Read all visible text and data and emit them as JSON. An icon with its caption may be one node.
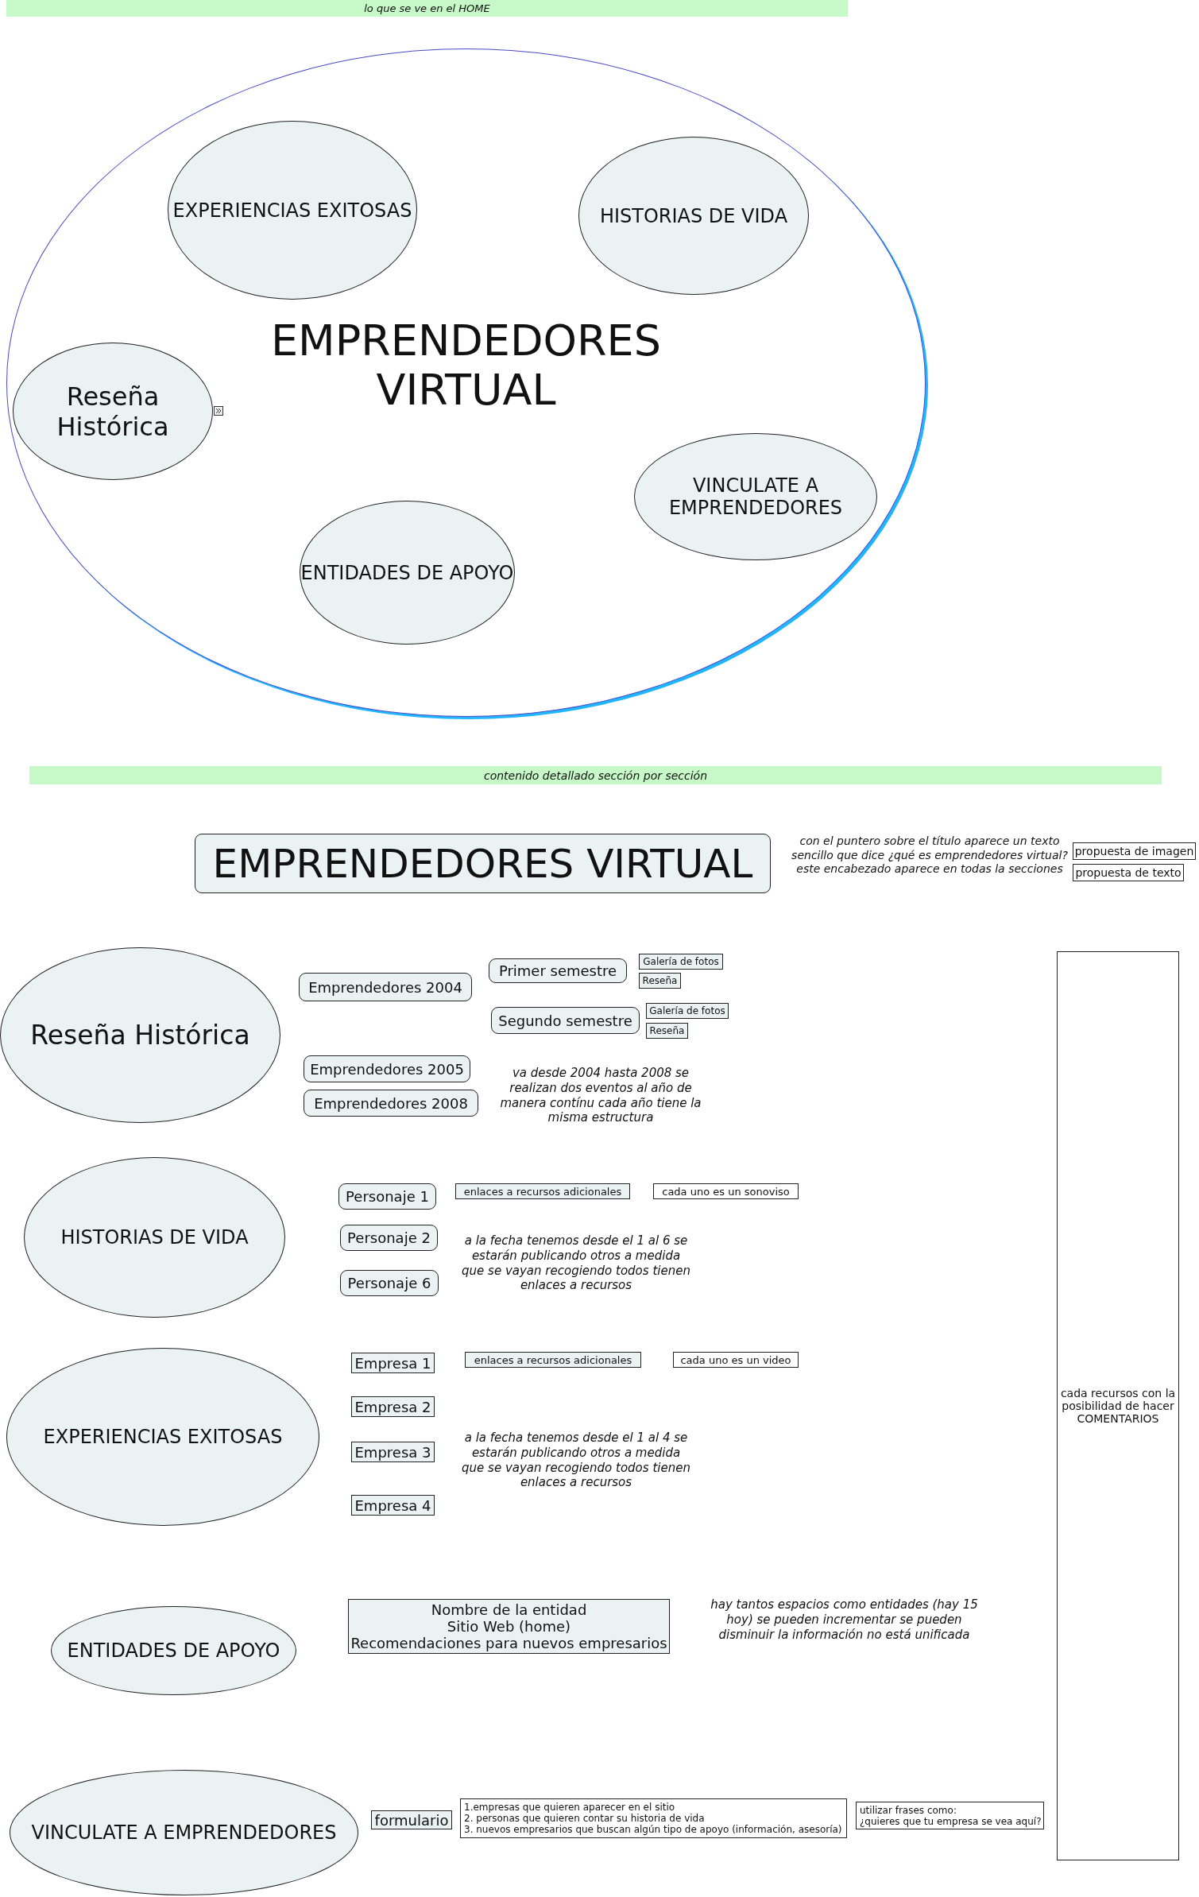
{
  "diagram": {
    "nodes": [
      {
        "text": [
          "lo que se ve en el HOME"
        ]
      },
      {
        "text": [
          "EMPRENDEDORES VIRTUAL"
        ]
      },
      {
        "text": [
          "EXPERIENCIAS EXITOSAS"
        ],
        "in": 1
      },
      {
        "text": [
          "HISTORIAS DE VIDA"
        ],
        "in": 1
      },
      {
        "text": [
          "Reseña Histórica"
        ],
        "in": 1
      },
      {
        "text": [
          "VINCULATE A EMPRENDEDORES"
        ],
        "in": 1
      },
      {
        "text": [
          "ENTIDADES DE APOYO"
        ],
        "in": 1
      },
      {
        "text": [
          "contenido detallado sección por sección"
        ]
      },
      {
        "text": [
          "EMPRENDEDORES VIRTUAL"
        ]
      },
      {
        "text": [
          "propuesta de imagen"
        ]
      },
      {
        "text": [
          "propuesta de texto"
        ]
      },
      {
        "text": [
          "Reseña Histórica"
        ]
      },
      {
        "text": [
          "Emprendedores 2004"
        ]
      },
      {
        "text": [
          "Primer semestre"
        ]
      },
      {
        "text": [
          "Galería de fotos"
        ]
      },
      {
        "text": [
          "Reseña"
        ]
      },
      {
        "text": [
          "Segundo semestre"
        ]
      },
      {
        "text": [
          "Galería de fotos"
        ]
      },
      {
        "text": [
          "Reseña"
        ]
      },
      {
        "text": [
          "Emprendedores 2005"
        ]
      },
      {
        "text": [
          "Emprendedores 2008"
        ]
      },
      {
        "text": [
          "HISTORIAS DE VIDA"
        ]
      },
      {
        "text": [
          "Personaje 1"
        ]
      },
      {
        "text": [
          "Personaje 2"
        ]
      },
      {
        "text": [
          "Personaje 6"
        ]
      },
      {
        "text": [
          "enlaces a recursos adicionales"
        ]
      },
      {
        "text": [
          "cada uno es un sonoviso"
        ]
      },
      {
        "text": [
          "EXPERIENCIAS EXITOSAS"
        ]
      },
      {
        "text": [
          "Empresa 1"
        ]
      },
      {
        "text": [
          "Empresa 2"
        ]
      },
      {
        "text": [
          "Empresa 3"
        ]
      },
      {
        "text": [
          "Empresa 4"
        ]
      },
      {
        "text": [
          "enlaces a recursos adicionales"
        ]
      },
      {
        "text": [
          "cada uno es un video"
        ]
      },
      {
        "text": [
          "ENTIDADES DE APOYO"
        ]
      },
      {
        "text": [
          "Nombre de la entidad",
          "Sitio Web (home)",
          "Recomendaciones para nuevos empresarios"
        ]
      },
      {
        "text": [
          "VINCULATE A EMPRENDEDORES"
        ]
      },
      {
        "text": [
          "formulario"
        ]
      },
      {
        "text": [
          "1.empresas que quieren aparecer en el sitio",
          "2. personas que quieren contar su historia de vida",
          "3. nuevos empresarios que buscan algún tipo de apoyo (información, asesoría)"
        ]
      },
      {
        "text": [
          "utilizar frases como:",
          "¿quieres que tu empresa se vea aquí?"
        ]
      },
      {
        "text": [
          "cada recursos con la posibilidad de hacer COMENTARIOS"
        ]
      }
    ],
    "edges": [],
    "labels": [
      "con el puntero sobre el título aparece un texto sencillo que dice ¿qué es emprendedores virtual? este encabezado aparece en todas la secciones",
      "va desde 2004 hasta 2008 se realizan dos eventos al año de manera contínu cada año tiene la misma estructura",
      "a la fecha tenemos desde el 1 al 6 se estarán publicando otros a medida que se vayan recogiendo todos tienen enlaces a recursos",
      "a la fecha tenemos desde el 1 al 4 se estarán publicando otros a medida que se vayan recogiendo todos tienen enlaces a recursos",
      "hay tantos espacios como entidades (hay 15 hoy) se pueden incrementar se pueden disminuir la información no está unificada"
    ]
  }
}
